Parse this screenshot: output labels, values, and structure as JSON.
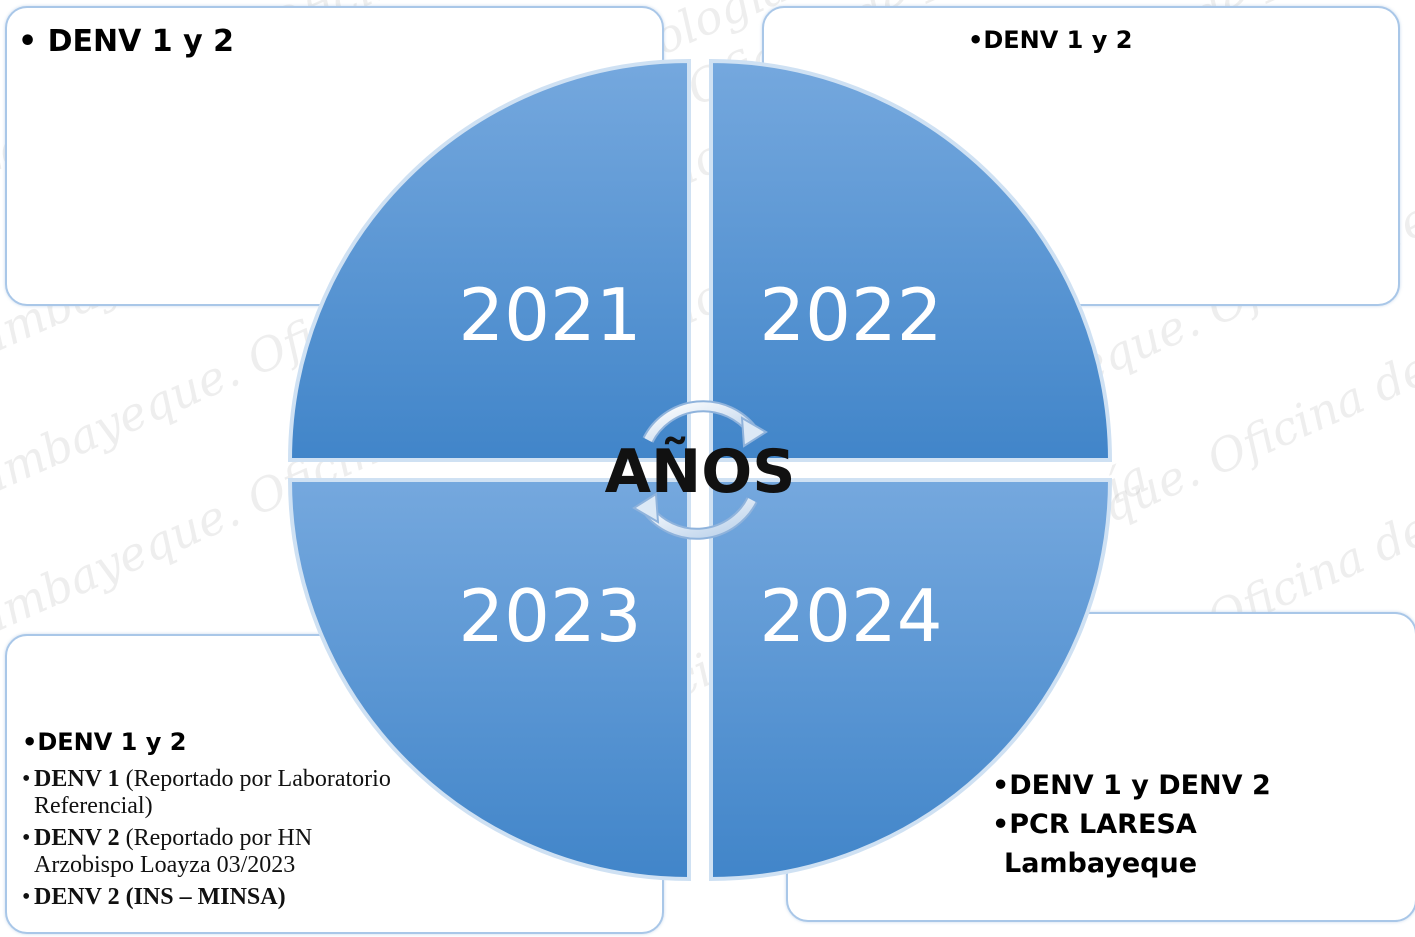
{
  "watermark_text": "Lambayeque. Oficina de Epidemiología",
  "center": {
    "label": "AÑOS"
  },
  "years": {
    "y2021": "2021",
    "y2022": "2022",
    "y2023": "2023",
    "y2024": "2024"
  },
  "boxes": {
    "b2021": {
      "text": "• DENV 1 y 2"
    },
    "b2022": {
      "text": "•DENV 1 y 2"
    },
    "b2023": {
      "header": "•DENV 1 y 2",
      "items": [
        {
          "bold": "DENV 1",
          "rest": " (Reportado por Laboratorio Referencial)"
        },
        {
          "bold": "DENV 2",
          "rest": " (Reportado por HN Arzobispo Loayza 03/2023"
        },
        {
          "bold": "DENV 2 (INS – MINSA)",
          "rest": ""
        }
      ]
    },
    "b2024": {
      "line1": "•DENV 1 y DENV 2",
      "line2": "•PCR  LARESA",
      "line3": "Lambayeque"
    }
  },
  "colors": {
    "quadrant_top": "#75a8de",
    "quadrant_bottom": "#4185c9",
    "box_border": "#a9c7e8"
  }
}
